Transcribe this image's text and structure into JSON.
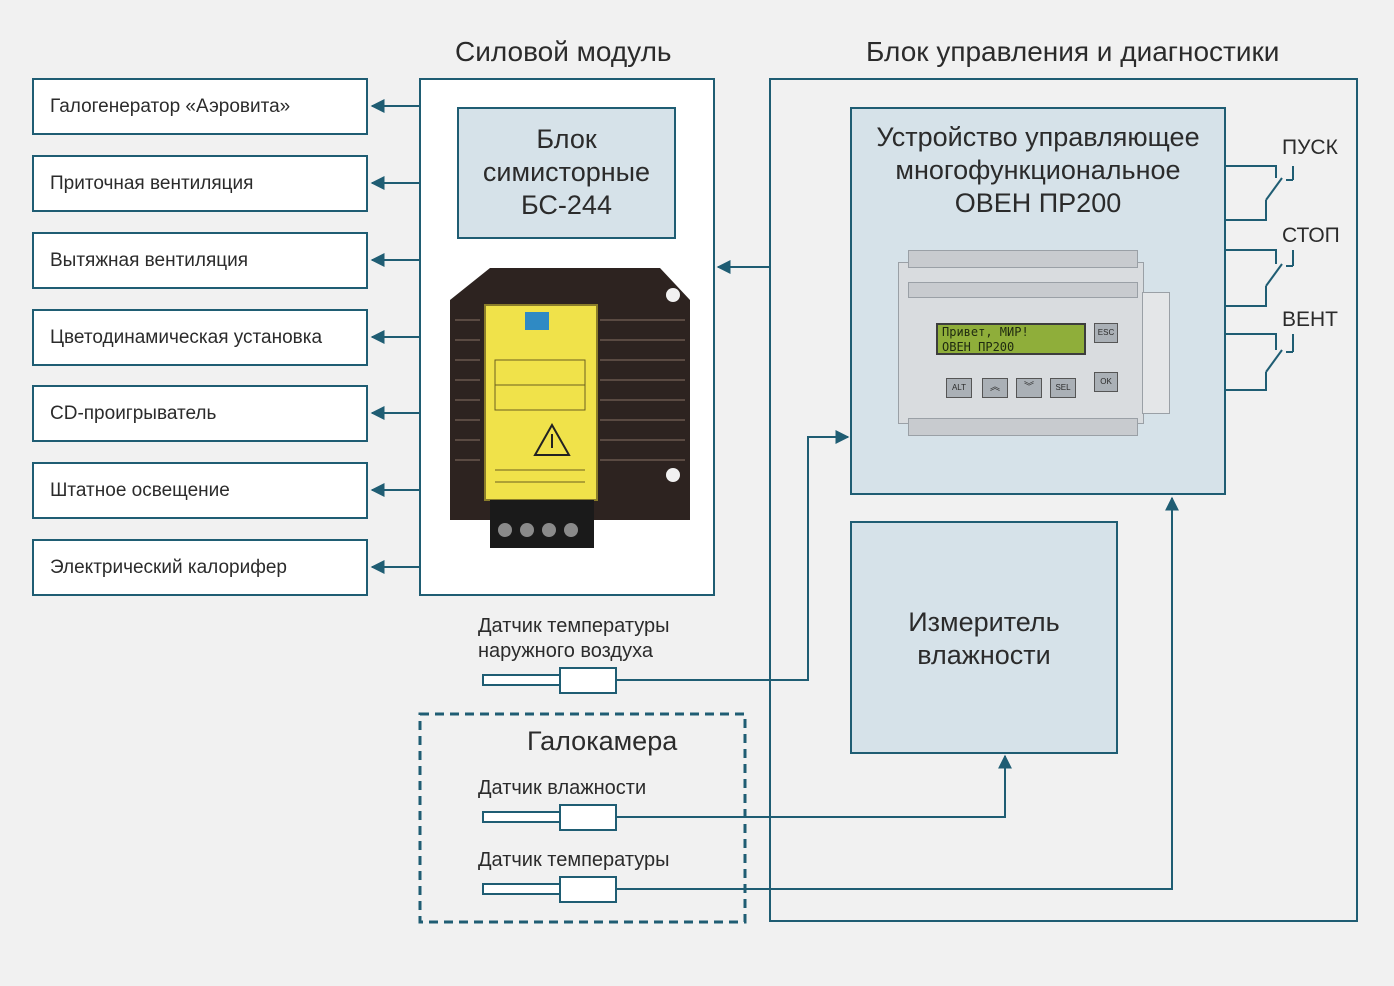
{
  "colors": {
    "line": "#1f5d73",
    "fill": "#d6e2e9",
    "background": "#f1f1f1"
  },
  "headers": {
    "power_module": "Силовой модуль",
    "control_block": "Блок управления и диагностики"
  },
  "loads": [
    "Галогенератор «Аэровита»",
    "Приточная вентиляция",
    "Вытяжная  вентиляция",
    "Цветодинамическая установка",
    "CD-проигрыватель",
    "Штатное освещение",
    "Электрический калорифер"
  ],
  "simistor": {
    "line1": "Блок",
    "line2": "симисторные",
    "line3": "БС-244"
  },
  "controller": {
    "line1": "Устройство управляющее",
    "line2": "многофункциональное",
    "line3": "ОВЕН ПР200"
  },
  "controller_photo": {
    "lcd_line1": "Привет, МИР!",
    "lcd_line2": "ОВЕН ПР200",
    "buttons": [
      "ESC",
      "ALT",
      "SEL",
      "OK"
    ]
  },
  "switches": [
    "ПУСК",
    "СТОП",
    "ВЕНТ"
  ],
  "humidity_meter": {
    "line1": "Измеритель",
    "line2": "влажности"
  },
  "outdoor_sensor": {
    "line1": "Датчик температуры",
    "line2": "наружного воздуха"
  },
  "chamber": {
    "title": "Галокамера",
    "humidity_sensor": "Датчик влажности",
    "temp_sensor": "Датчик температуры"
  }
}
